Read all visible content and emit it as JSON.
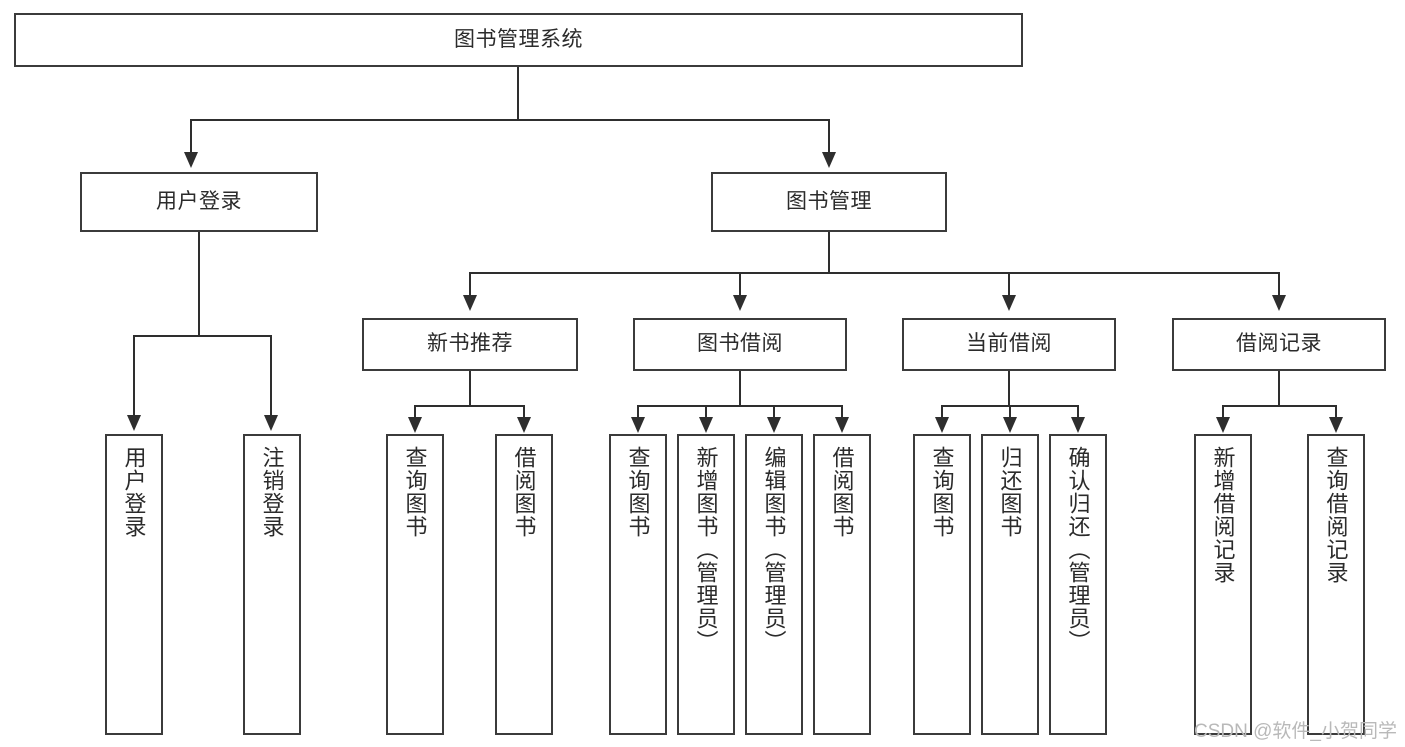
{
  "diagram": {
    "title_node": {
      "label": "图书管理系统"
    },
    "level2": [
      {
        "label": "用户登录"
      },
      {
        "label": "图书管理"
      }
    ],
    "level3": [
      {
        "label": "新书推荐"
      },
      {
        "label": "图书借阅"
      },
      {
        "label": "当前借阅"
      },
      {
        "label": "借阅记录"
      }
    ],
    "leaves": {
      "user_login": [
        {
          "label": "用户登录"
        },
        {
          "label": "注销登录"
        }
      ],
      "new_book_recommend": [
        {
          "label": "查询图书"
        },
        {
          "label": "借阅图书"
        }
      ],
      "book_borrow": [
        {
          "label": "查询图书"
        },
        {
          "label": "新增图书（管理员）"
        },
        {
          "label": "编辑图书（管理员）"
        },
        {
          "label": "借阅图书"
        }
      ],
      "current_borrow": [
        {
          "label": "查询图书"
        },
        {
          "label": "归还图书"
        },
        {
          "label": "确认归还（管理员）"
        }
      ],
      "borrow_record": [
        {
          "label": "新增借阅记录"
        },
        {
          "label": "查询借阅记录"
        }
      ]
    }
  },
  "watermark": {
    "text": "CSDN @软件_小贺同学"
  },
  "colors": {
    "border": "#3b3b3b",
    "connector": "#2e2e2e",
    "text": "#2b2b2b",
    "background": "#ffffff",
    "watermark": "#b9b9b9"
  }
}
